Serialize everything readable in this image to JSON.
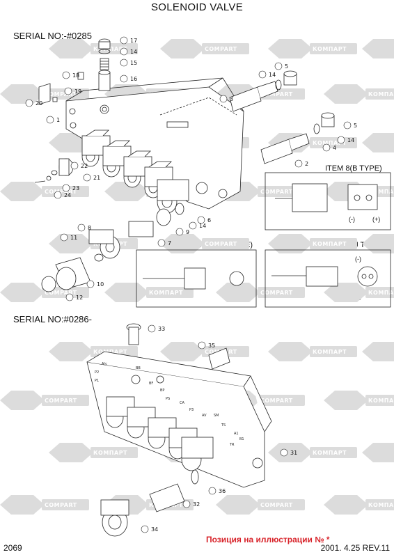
{
  "title": "SOLENOID VALVE",
  "serial_top": "SERIAL NO:-#0285",
  "serial_bottom": "SERIAL NO:#0286-",
  "item_labels": {
    "b_type": "ITEM 8(B  TYPE)",
    "f_type": "ITEM 8(F  TYPE)",
    "j_type": "ITEM 8(J  TYPE)"
  },
  "polarity": {
    "minus": "(-)",
    "plus": "(+)"
  },
  "watermark": {
    "text_ru": "КОМПАРТ",
    "text_en": "COMPART"
  },
  "callouts_top": [
    "17",
    "14",
    "15",
    "16",
    "18",
    "19",
    "20",
    "1",
    "5",
    "14",
    "3",
    "5",
    "14",
    "4",
    "2",
    "21",
    "22",
    "23",
    "24",
    "14",
    "9",
    "6",
    "8",
    "11",
    "7",
    "10",
    "12"
  ],
  "callouts_bottom": [
    "33",
    "35",
    "36",
    "32",
    "31",
    "34"
  ],
  "port_labels": [
    "A/c",
    "P2",
    "P1",
    "BB",
    "BF",
    "BP",
    "PS",
    "CA",
    "P3",
    "AV",
    "SM",
    "TS",
    "A1",
    "B1",
    "TR"
  ],
  "page_number": "2069",
  "note": "Позиция на иллюстрации № *",
  "revision": "2001. 4.25 REV.11",
  "colors": {
    "watermark": "#dcdcdc",
    "note": "#d8232a",
    "line": "#222222"
  }
}
